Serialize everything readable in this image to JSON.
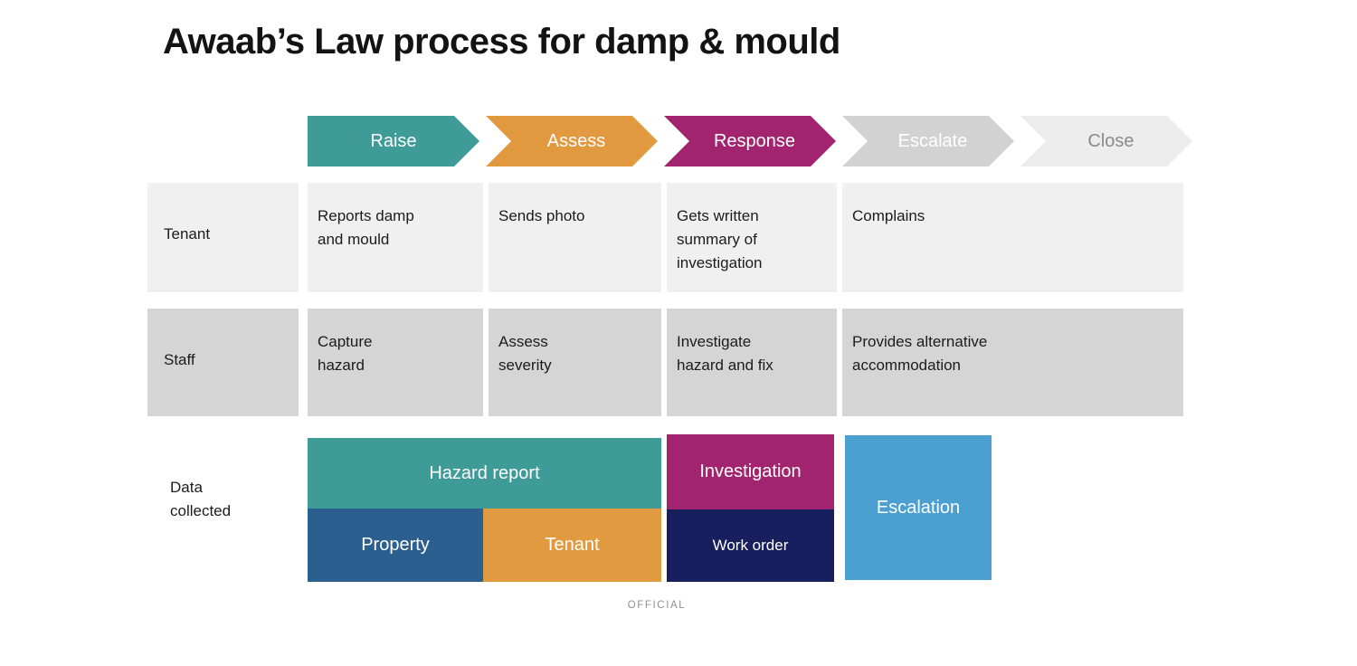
{
  "page": {
    "title": "Awaab’s Law process for damp & mould",
    "footer": "OFFICIAL"
  },
  "colors": {
    "teal": "#3E9B98",
    "orange": "#E29A41",
    "magenta": "#A3246E",
    "gray_mid": "#D2D2D2",
    "gray_light": "#EDEDED",
    "row_tenant_bg": "#F0F0F0",
    "row_staff_bg": "#D5D5D5",
    "blue_dark": "#2A5F90",
    "navy": "#171F5E",
    "blue_light": "#4C9FD1",
    "close_text": "#8A8A8A",
    "white": "#FFFFFF"
  },
  "chevrons": [
    {
      "label": "Raise",
      "color": "#3E9B98",
      "text_color": "#FFFFFF"
    },
    {
      "label": "Assess",
      "color": "#E29A41",
      "text_color": "#FFFFFF"
    },
    {
      "label": "Response",
      "color": "#A3246E",
      "text_color": "#FFFFFF"
    },
    {
      "label": "Escalate",
      "color": "#D2D2D2",
      "text_color": "#FFFFFF"
    },
    {
      "label": "Close",
      "color": "#EDEDED",
      "text_color": "#8A8A8A"
    }
  ],
  "rows": {
    "tenant": {
      "label": "Tenant",
      "cells": [
        "Reports damp\nand mould",
        "Sends photo",
        "Gets written\nsummary of\ninvestigation",
        "Complains"
      ]
    },
    "staff": {
      "label": "Staff",
      "cells": [
        "Capture\nhazard",
        "Assess\nseverity",
        "Investigate\nhazard and fix",
        "Provides alternative\naccommodation"
      ]
    }
  },
  "data_collected": {
    "label": "Data\ncollected",
    "blocks": [
      {
        "label": "Hazard report",
        "color": "#3E9B98"
      },
      {
        "label": "Property",
        "color": "#2A5F90"
      },
      {
        "label": "Tenant",
        "color": "#E29A41"
      },
      {
        "label": "Investigation",
        "color": "#A3246E"
      },
      {
        "label": "Work order",
        "color": "#171F5E"
      },
      {
        "label": "Escalation",
        "color": "#4C9FD1"
      }
    ]
  }
}
